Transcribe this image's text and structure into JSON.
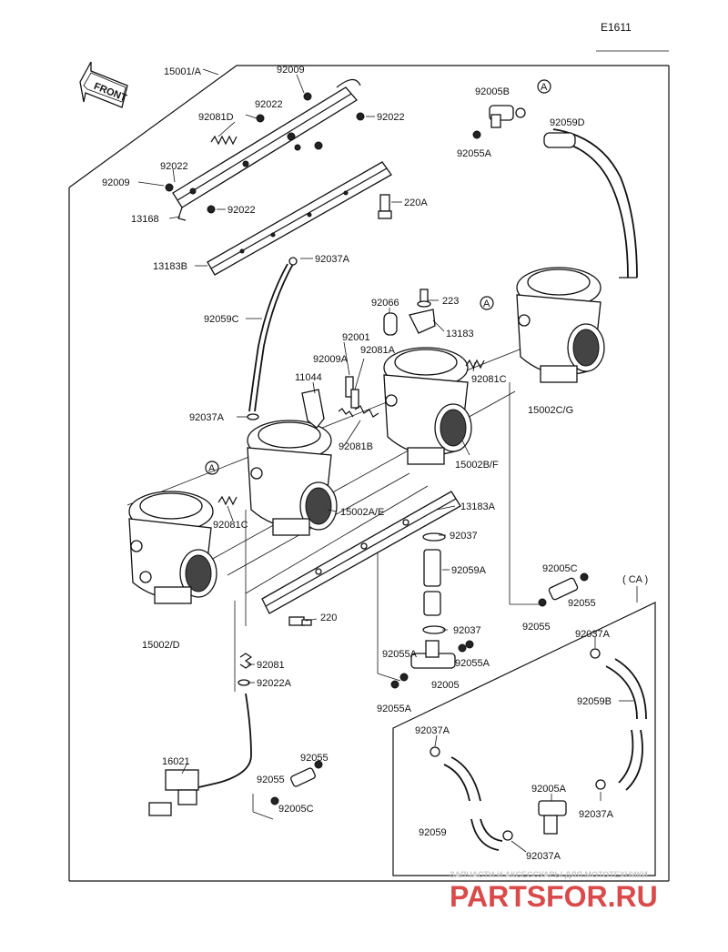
{
  "diagram_code": "E1611",
  "front_label": "FRONT",
  "circle_marker": "A",
  "watermark": {
    "tagline": "ЗАПЧАСТИ И АКСЕССУАРЫ ДЛЯ МОТОТЕХНИКИ",
    "logo": "PARTSFOR.RU",
    "color": "#d94a4a"
  },
  "box_label_ca": "( CA )",
  "labels": {
    "l15001": "15001/A",
    "l92009a": "92009",
    "l92022a": "92022",
    "l92081d": "92081D",
    "l92022b": "92022",
    "l92022c": "92022",
    "l92009b": "92009",
    "l92022d": "92022",
    "l13168": "13168",
    "l220a": "220A",
    "l13183b": "13183B",
    "l92037a_1": "92037A",
    "l92005b": "92005B",
    "l92055a_top": "92055A",
    "l92059d": "92059D",
    "l92066": "92066",
    "l223": "223",
    "l13183": "13183",
    "l92059c": "92059C",
    "l92001": "92001",
    "l92009a2": "92009A",
    "l92081a": "92081A",
    "l11044": "11044",
    "l92081c_r": "92081C",
    "l15002cg": "15002C/G",
    "l92037a_2": "92037A",
    "l92081b": "92081B",
    "l15002bf": "15002B/F",
    "l92081c_l": "92081C",
    "l15002ae": "15002A/E",
    "l13183a": "13183A",
    "l92037": "92037",
    "l92059a": "92059A",
    "l92005c_r": "92005C",
    "l92055_r1": "92055",
    "l92055_r2": "92055",
    "l15002d": "15002/D",
    "l220": "220",
    "l92037_b": "92037",
    "l92055a_l": "92055A",
    "l92055a_r": "92055A",
    "l92005": "92005",
    "l92055a_b": "92055A",
    "l92081": "92081",
    "l92022a_b": "92022A",
    "l16021": "16021",
    "l92055_b1": "92055",
    "l92055_b2": "92055",
    "l92005c_b": "92005C",
    "l92037a_ca1": "92037A",
    "l92059b": "92059B",
    "l92037a_ca2": "92037A",
    "l92005a": "92005A",
    "l92037a_ca3": "92037A",
    "l92059": "92059",
    "l92037a_ca4": "92037A"
  }
}
